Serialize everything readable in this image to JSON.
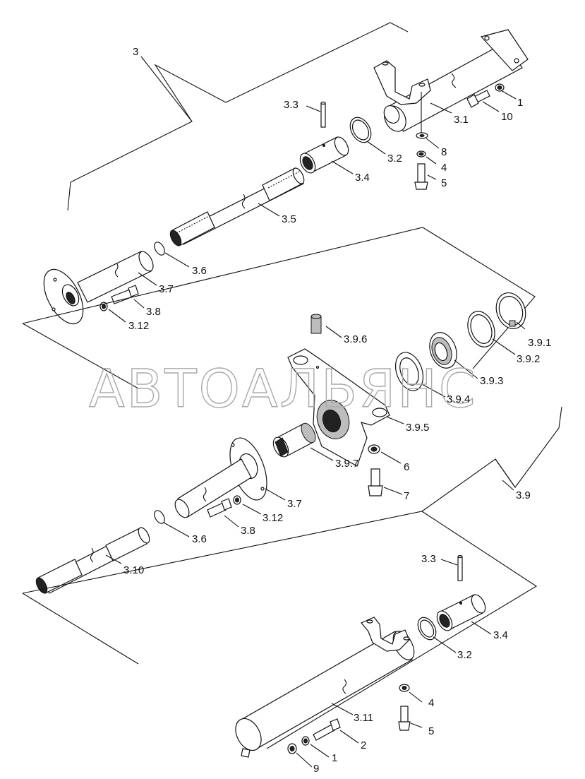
{
  "watermark": "АВТОАЛЬЯНС",
  "callouts": {
    "g3": "3",
    "n3_3a": "3.3",
    "n1a": "1",
    "n10": "10",
    "n3_1": "3.1",
    "n3_2a": "3.2",
    "n8": "8",
    "n4a": "4",
    "n5a": "5",
    "n3_4a": "3.4",
    "n3_5": "3.5",
    "n3_6a": "3.6",
    "n3_7a": "3.7",
    "n3_8a": "3.8",
    "n3_12a": "3.12",
    "n3_9_6": "3.9.6",
    "n3_9_1": "3.9.1",
    "n3_9_2": "3.9.2",
    "n3_9_3": "3.9.3",
    "n3_9_4": "3.9.4",
    "n3_9_5": "3.9.5",
    "n3_9_7": "3.9.7",
    "n6": "6",
    "n7": "7",
    "g3_9": "3.9",
    "n3_7b": "3.7",
    "n3_12b": "3.12",
    "n3_8b": "3.8",
    "n3_6b": "3.6",
    "n3_10": "3.10",
    "n3_3b": "3.3",
    "n3_4b": "3.4",
    "n3_2b": "3.2",
    "n4b": "4",
    "n5b": "5",
    "n3_11": "3.11",
    "n2": "2",
    "n1b": "1",
    "n9": "9"
  }
}
